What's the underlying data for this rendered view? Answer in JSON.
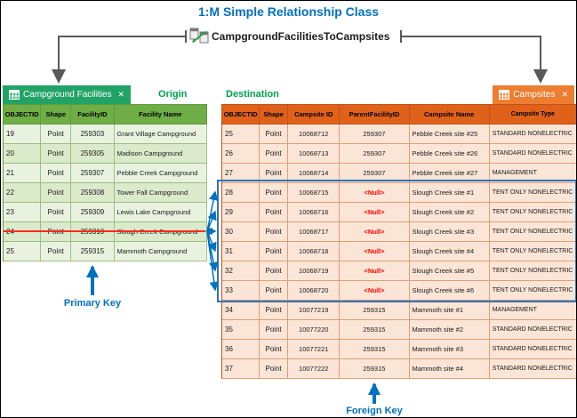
{
  "title": "1:M Simple Relationship Class",
  "relationship": {
    "name": "CampgroundFacilitiesToCampsites"
  },
  "labels": {
    "origin": "Origin",
    "destination": "Destination",
    "primary_key": "Primary Key",
    "foreign_key": "Foreign Key"
  },
  "icons": {
    "close": "✕"
  },
  "origin_table": {
    "tab_label": "Campground Facilities",
    "columns": [
      "OBJECTID",
      "Shape",
      "FacilityID",
      "Facility Name"
    ],
    "rows": [
      [
        "19",
        "Point",
        "259303",
        "Grant Village Campground"
      ],
      [
        "20",
        "Point",
        "259305",
        "Madison Campground"
      ],
      [
        "21",
        "Point",
        "259307",
        "Pebble Creek Campground"
      ],
      [
        "22",
        "Point",
        "259308",
        "Tower Fall Campground"
      ],
      [
        "23",
        "Point",
        "259309",
        "Lewis Lake Campground"
      ],
      [
        "24",
        "Point",
        "259310",
        "Slough Creek Campground"
      ],
      [
        "25",
        "Point",
        "259315",
        "Mammoth Campground"
      ]
    ],
    "struck_row_objectid": "24"
  },
  "destination_table": {
    "tab_label": "Campsites",
    "columns": [
      "OBJECTID",
      "Shape",
      "Campsite ID",
      "ParentFacilityID",
      "Campsite Name",
      "Campsite Type"
    ],
    "rows": [
      [
        "25",
        "Point",
        "10068712",
        "259307",
        "Pebble Creek site #25",
        "STANDARD NONELECTRIC"
      ],
      [
        "26",
        "Point",
        "10068713",
        "259307",
        "Pebble Creek site #26",
        "STANDARD NONELECTRIC"
      ],
      [
        "27",
        "Point",
        "10068714",
        "259307",
        "Pebble Creek site #27",
        "MANAGEMENT"
      ],
      [
        "28",
        "Point",
        "10068715",
        "<Null>",
        "Slough Creek site #1",
        "TENT ONLY NONELECTRIC"
      ],
      [
        "29",
        "Point",
        "10068716",
        "<Null>",
        "Slough Creek site #2",
        "TENT ONLY NONELECTRIC"
      ],
      [
        "30",
        "Point",
        "10068717",
        "<Null>",
        "Slough Creek site #3",
        "TENT ONLY NONELECTRIC"
      ],
      [
        "31",
        "Point",
        "10068718",
        "<Null>",
        "Slough Creek site #4",
        "TENT ONLY NONELECTRIC"
      ],
      [
        "32",
        "Point",
        "10068719",
        "<Null>",
        "Slough Creek site #5",
        "TENT ONLY NONELECTRIC"
      ],
      [
        "33",
        "Point",
        "10068720",
        "<Null>",
        "Slough Creek site #6",
        "TENT ONLY NONELECTRIC"
      ],
      [
        "34",
        "Point",
        "10077219",
        "259315",
        "Mammoth site #1",
        "MANAGEMENT"
      ],
      [
        "35",
        "Point",
        "10077220",
        "259315",
        "Mammoth site #2",
        "STANDARD NONELECTRIC"
      ],
      [
        "36",
        "Point",
        "10077221",
        "259315",
        "Mammoth site #3",
        "STANDARD NONELECTRIC"
      ],
      [
        "37",
        "Point",
        "10077222",
        "259315",
        "Mammoth site #4",
        "STANDARD NONELECTRIC"
      ]
    ],
    "null_value": "<Null>",
    "highlighted_rows_objectid_range": [
      "28",
      "33"
    ]
  },
  "colors": {
    "accent_blue": "#0070C0",
    "label_green": "#00A050",
    "tab_green": "#21A366",
    "header_green": "#6FAE46",
    "row_green": "#E8F2DF",
    "row_green_alt": "#DAEACA",
    "grid_green": "#9DBF83",
    "tab_orange": "#ED7D31",
    "header_orange": "#E0611A",
    "row_orange": "#FBE5D6",
    "grid_orange": "#DFA077",
    "null_red": "#FF0000",
    "strike_red": "#FF2A1F",
    "connector_gray": "#595959",
    "highlight_box_blue": "#2E74B5"
  }
}
